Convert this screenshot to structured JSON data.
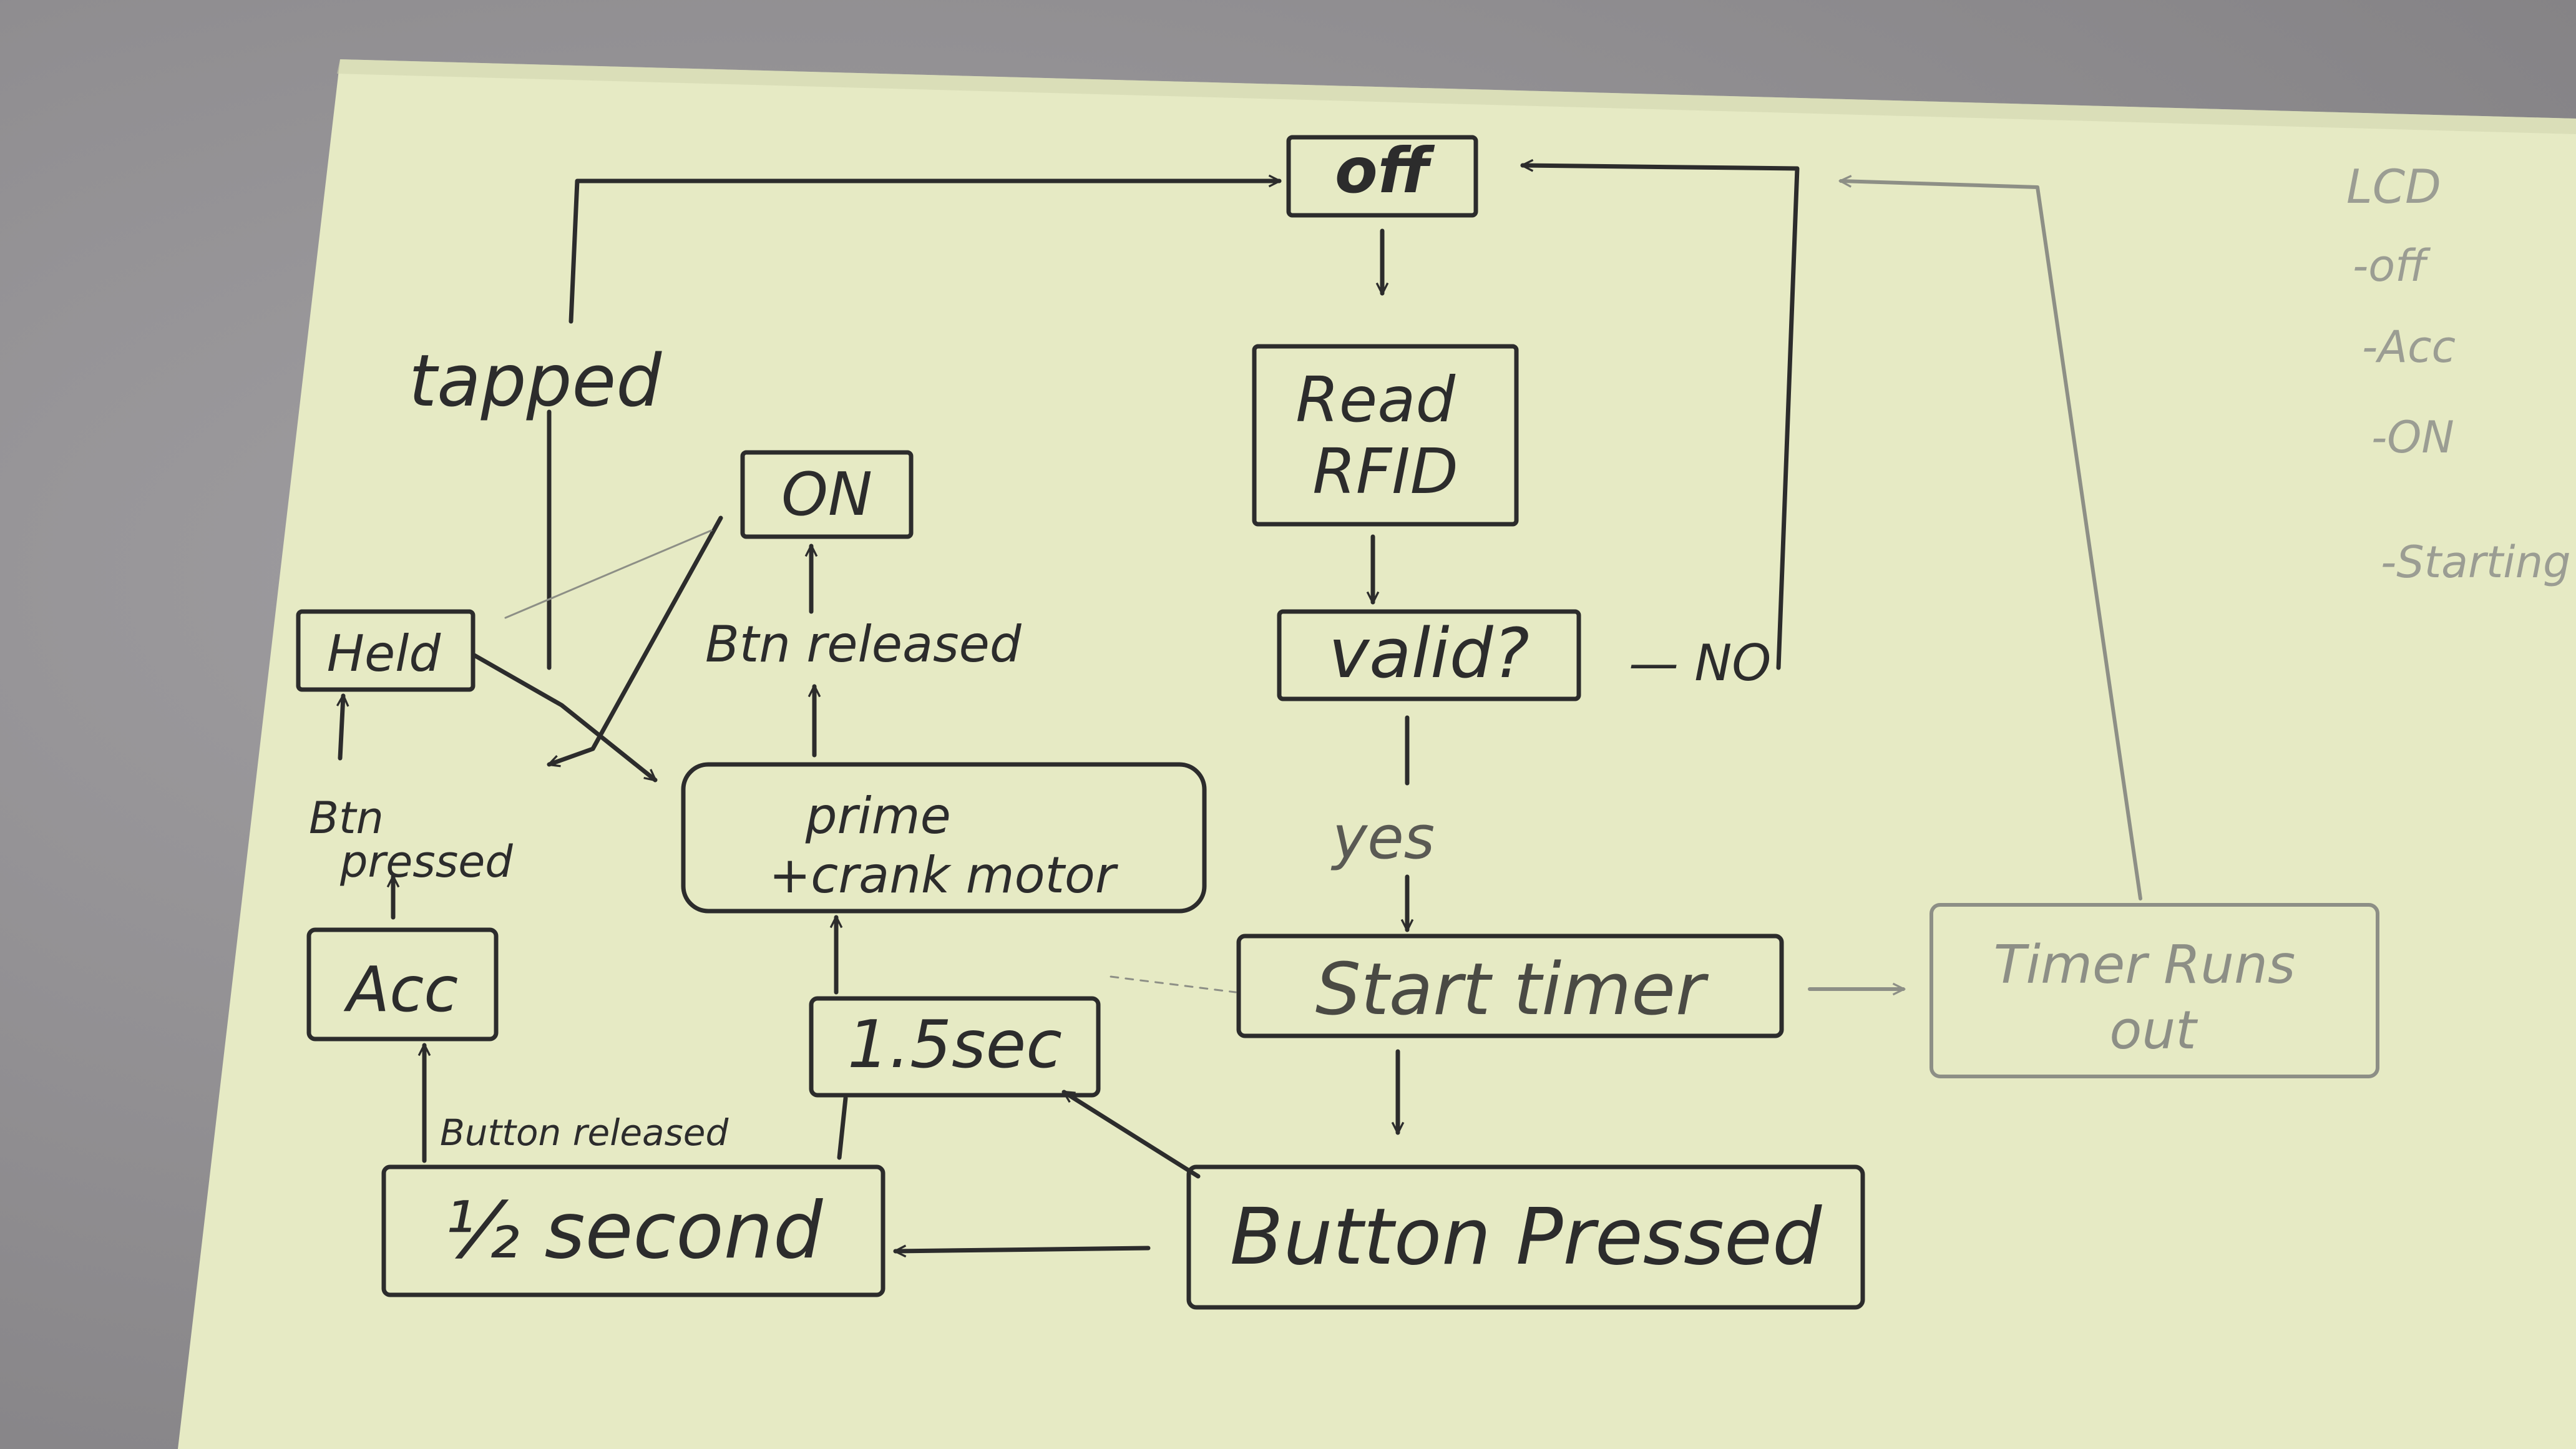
{
  "diagram": {
    "nodes": {
      "off": "off",
      "read_rfid": "Read\nRFID",
      "valid": "valid?",
      "start_timer": "Start timer",
      "timer_runs_out": "Timer Runs\nout",
      "button_pressed": "Button Pressed",
      "half_second": "½ second",
      "one_five_sec": "1.5sec",
      "prime_crank_motor": "prime\n+crank motor",
      "on": "ON",
      "acc": "Acc",
      "held": "Held"
    },
    "edge_labels": {
      "tapped": "tapped",
      "no": "— NO",
      "yes": "yes",
      "btn_released": "Btn released",
      "btn_pressed": "Btn\npressed",
      "button_released": "Button released"
    },
    "side_note": {
      "title": "LCD",
      "items": [
        "-off",
        "-Acc",
        "-ON",
        "-Starting"
      ]
    }
  },
  "colors": {
    "paper": "#e7ebc6",
    "ink": "#2c2c2c",
    "faint_ink": "#8d8f86",
    "background": "#8f8d90"
  }
}
